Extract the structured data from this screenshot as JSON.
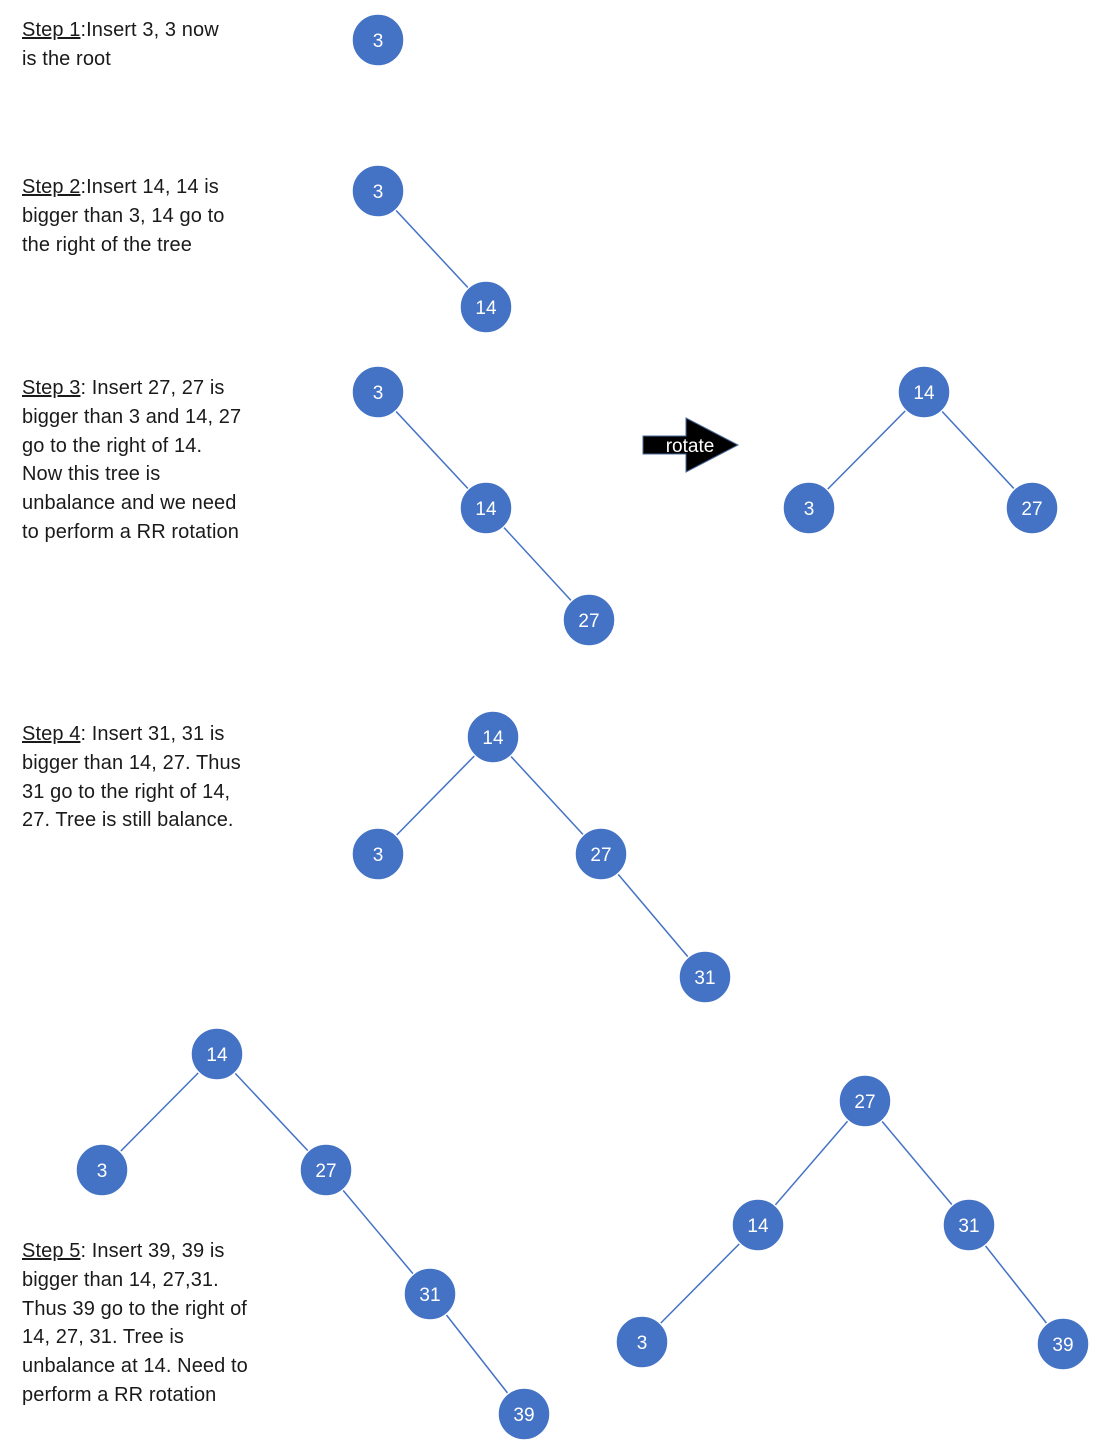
{
  "colors": {
    "node_fill": "#4472c4",
    "node_stroke": "#ffffff",
    "edge": "#4472c4",
    "arrow_fill": "#000000",
    "arrow_stroke": "#4a6a9a"
  },
  "steps": [
    {
      "label": "Step 1",
      "lines": [
        ":Insert 3, 3 now",
        "is the root"
      ]
    },
    {
      "label": "Step 2",
      "lines": [
        ":Insert 14, 14 is",
        "bigger than 3, 14 go to",
        "the right of the tree"
      ]
    },
    {
      "label": "Step 3",
      "lines": [
        ": Insert 27, 27 is",
        "bigger than 3 and 14, 27",
        "go to the right of 14.",
        "Now this tree is",
        "unbalance and we need",
        "to perform a RR rotation"
      ]
    },
    {
      "label": "Step 4",
      "lines": [
        ": Insert 31, 31 is",
        "bigger than 14, 27. Thus",
        "31 go to the right of 14,",
        "27. Tree is still balance."
      ]
    },
    {
      "label": "Step 5",
      "lines": [
        ": Insert 39, 39 is",
        "bigger than 14, 27,31.",
        "Thus 39 go to the right of",
        "14, 27, 31. Tree is",
        "unbalance at 14. Need to",
        "perform a RR rotation"
      ]
    }
  ],
  "arrow": {
    "label": "rotate"
  },
  "trees": [
    {
      "name": "step1-tree",
      "nodes": [
        {
          "id": "a",
          "value": "3"
        }
      ],
      "edges": []
    },
    {
      "name": "step2-tree",
      "nodes": [
        {
          "id": "a",
          "value": "3"
        },
        {
          "id": "b",
          "value": "14"
        }
      ],
      "edges": [
        [
          "a",
          "b"
        ]
      ]
    },
    {
      "name": "step3-tree-before",
      "nodes": [
        {
          "id": "a",
          "value": "3"
        },
        {
          "id": "b",
          "value": "14"
        },
        {
          "id": "c",
          "value": "27"
        }
      ],
      "edges": [
        [
          "a",
          "b"
        ],
        [
          "b",
          "c"
        ]
      ]
    },
    {
      "name": "step3-tree-after",
      "nodes": [
        {
          "id": "b",
          "value": "14"
        },
        {
          "id": "a",
          "value": "3"
        },
        {
          "id": "c",
          "value": "27"
        }
      ],
      "edges": [
        [
          "b",
          "a"
        ],
        [
          "b",
          "c"
        ]
      ]
    },
    {
      "name": "step4-tree",
      "nodes": [
        {
          "id": "b",
          "value": "14"
        },
        {
          "id": "a",
          "value": "3"
        },
        {
          "id": "c",
          "value": "27"
        },
        {
          "id": "d",
          "value": "31"
        }
      ],
      "edges": [
        [
          "b",
          "a"
        ],
        [
          "b",
          "c"
        ],
        [
          "c",
          "d"
        ]
      ]
    },
    {
      "name": "step5-tree-before",
      "nodes": [
        {
          "id": "b",
          "value": "14"
        },
        {
          "id": "a",
          "value": "3"
        },
        {
          "id": "c",
          "value": "27"
        },
        {
          "id": "d",
          "value": "31"
        },
        {
          "id": "e",
          "value": "39"
        }
      ],
      "edges": [
        [
          "b",
          "a"
        ],
        [
          "b",
          "c"
        ],
        [
          "c",
          "d"
        ],
        [
          "d",
          "e"
        ]
      ]
    },
    {
      "name": "step5-tree-after",
      "nodes": [
        {
          "id": "c",
          "value": "27"
        },
        {
          "id": "b",
          "value": "14"
        },
        {
          "id": "d",
          "value": "31"
        },
        {
          "id": "a",
          "value": "3"
        },
        {
          "id": "e",
          "value": "39"
        }
      ],
      "edges": [
        [
          "c",
          "b"
        ],
        [
          "c",
          "d"
        ],
        [
          "b",
          "a"
        ],
        [
          "d",
          "e"
        ]
      ]
    }
  ]
}
